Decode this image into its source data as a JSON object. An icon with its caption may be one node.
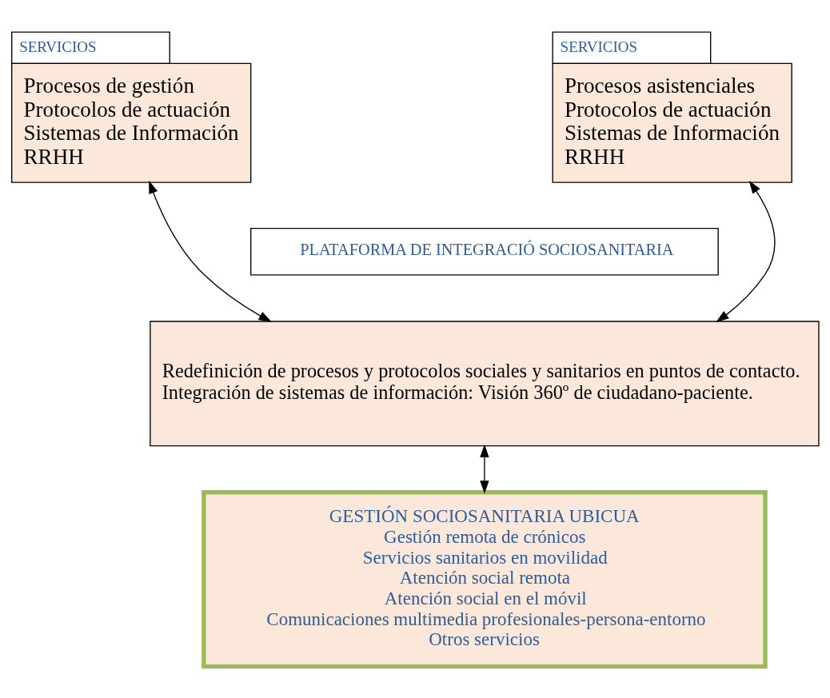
{
  "diagram": {
    "nodes": [
      {
        "text": [
          "SERVICIOS",
          "Procesos de gestión",
          "Protocolos de actuación",
          "Sistemas de Información",
          "RRHH"
        ]
      },
      {
        "text": [
          "SERVICIOS",
          "Procesos asistenciales",
          "Protocolos de actuación",
          "Sistemas de Información",
          "RRHH"
        ]
      },
      {
        "text": [
          "PLATAFORMA DE INTEGRACIÓ SOCIOSANITARIA"
        ]
      },
      {
        "text": [
          "Redefinición de procesos y protocolos sociales y sanitarios en puntos de contacto.",
          "Integración de sistemas de información: Visión 360º de ciudadano-paciente."
        ]
      },
      {
        "text": [
          "GESTIÓN SOCIOSANITARIA UBICUA",
          "Gestión remota de crónicos",
          "Servicios sanitarios en movilidad",
          "Atención social remota",
          "Atención social en el móvil",
          "Comunicaciones multimedia profesionales-persona-entorno",
          "Otros servicios"
        ]
      }
    ],
    "edges": [
      {
        "from": 0,
        "to": 3,
        "arrow": "both"
      },
      {
        "from": 1,
        "to": 3,
        "arrow": "both"
      },
      {
        "from": 3,
        "to": 4,
        "arrow": "both"
      }
    ]
  }
}
